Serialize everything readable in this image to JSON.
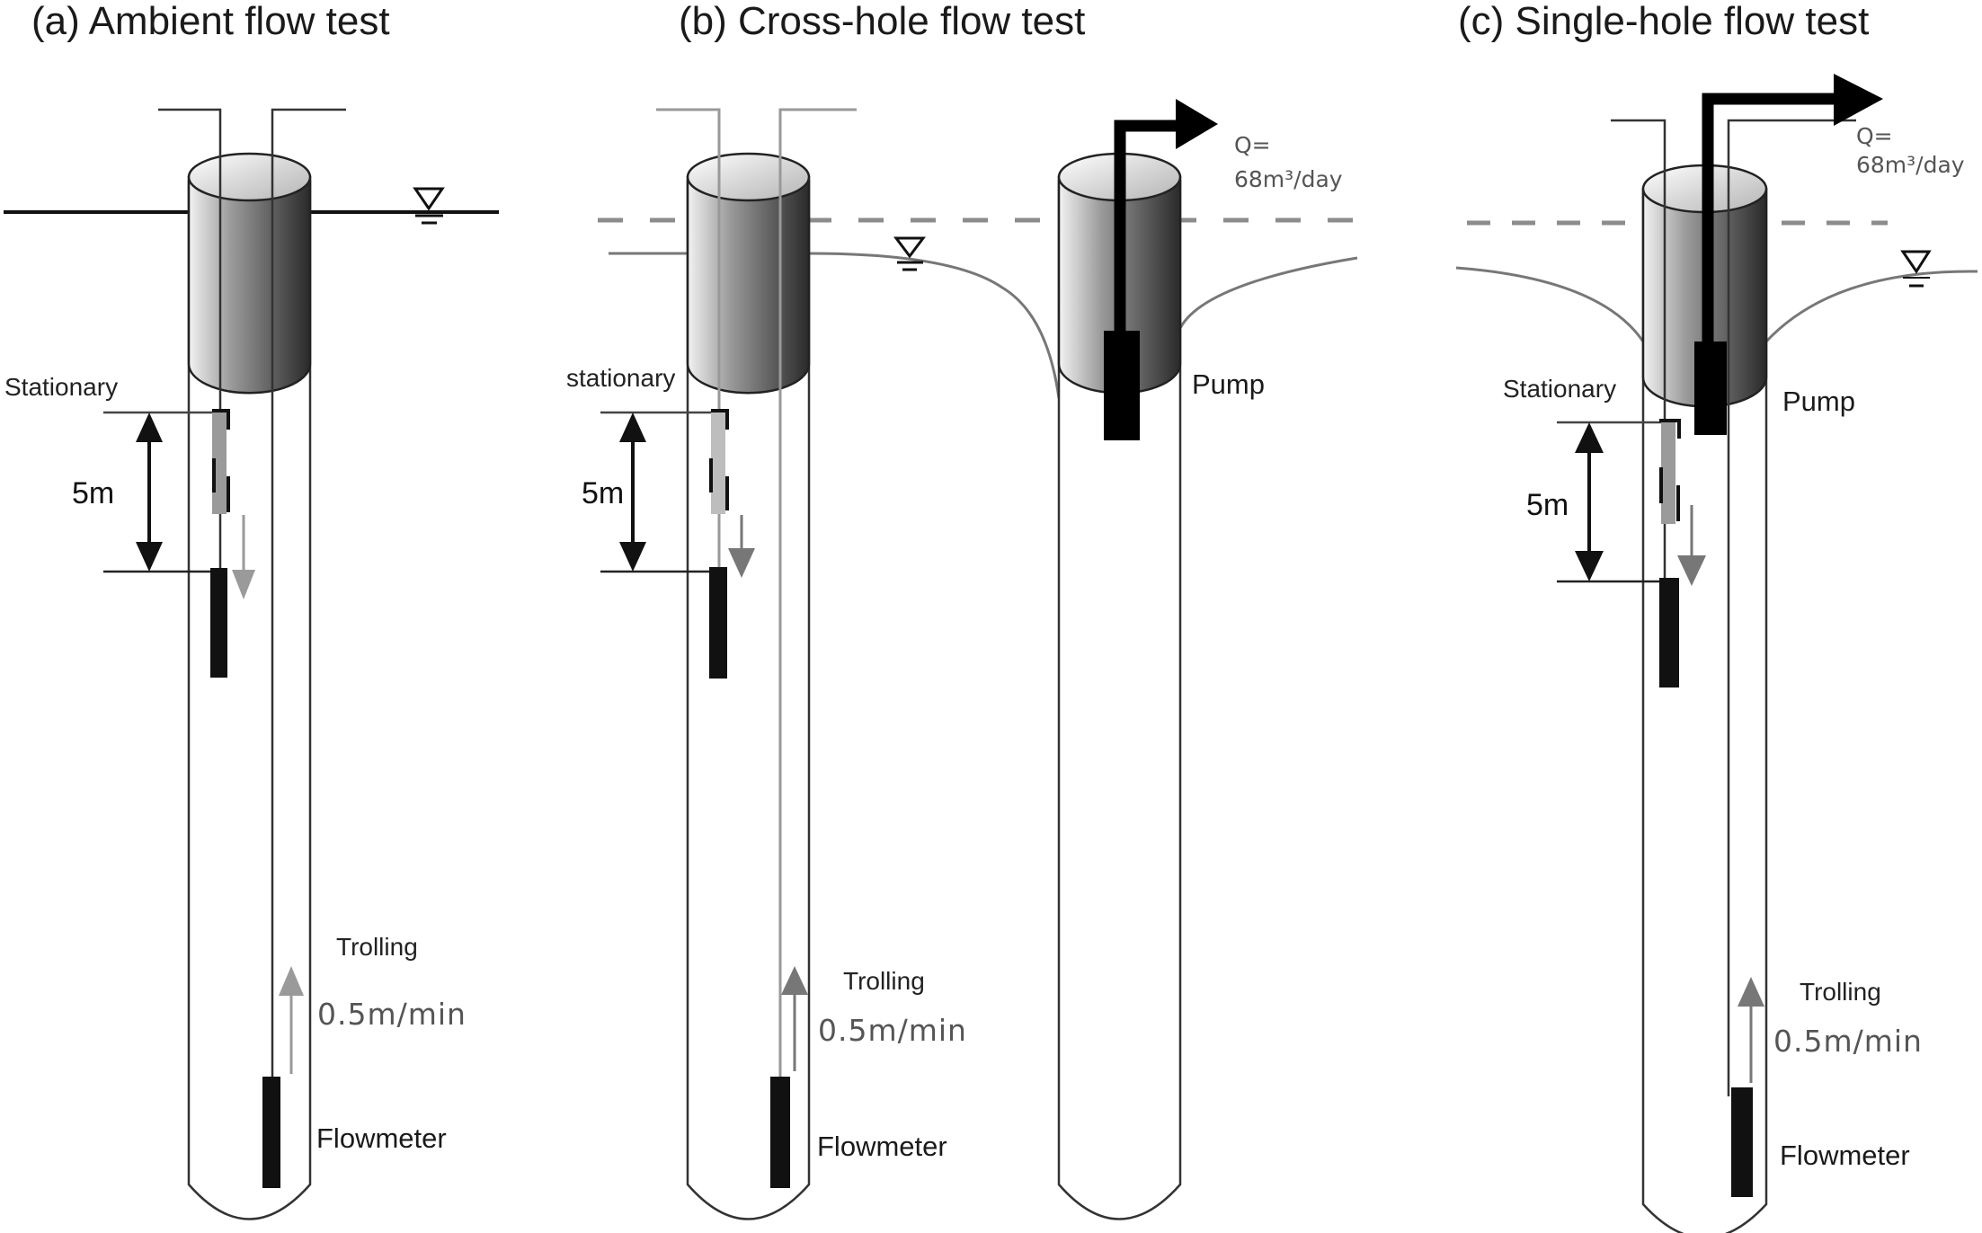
{
  "figure": {
    "panels": [
      {
        "id": "a",
        "title": "(a) Ambient flow test",
        "stationary_label": "Stationary",
        "distance_label": "5m",
        "trolling_label": "Trolling",
        "speed_label": "0.5m/min",
        "flowmeter_label": "Flowmeter"
      },
      {
        "id": "b",
        "title": "(b) Cross-hole flow test",
        "stationary_label": "stationary",
        "distance_label": "5m",
        "trolling_label": "Trolling",
        "speed_label": "0.5m/min",
        "flowmeter_label": "Flowmeter",
        "pump_label": "Pump",
        "discharge_label_line1": "Q=",
        "discharge_label_line2": "68m³/day"
      },
      {
        "id": "c",
        "title": "(c) Single-hole flow test",
        "stationary_label": "Stationary",
        "distance_label": "5m",
        "trolling_label": "Trolling",
        "speed_label": "0.5m/min",
        "flowmeter_label": "Flowmeter",
        "pump_label": "Pump",
        "discharge_label_line1": "Q=",
        "discharge_label_line2": "68m³/day"
      }
    ],
    "icons": {
      "water_table": "inverted-triangle-water-level-symbol",
      "flow_arrow": "arrow"
    },
    "colors": {
      "outline": "#222222",
      "gray_cable": "#8a8a8a",
      "probe": "#111111",
      "stationary_probe": "#9a9a9a",
      "dashed_level": "#8c8c8c",
      "drawdown_curve": "#777777"
    }
  }
}
